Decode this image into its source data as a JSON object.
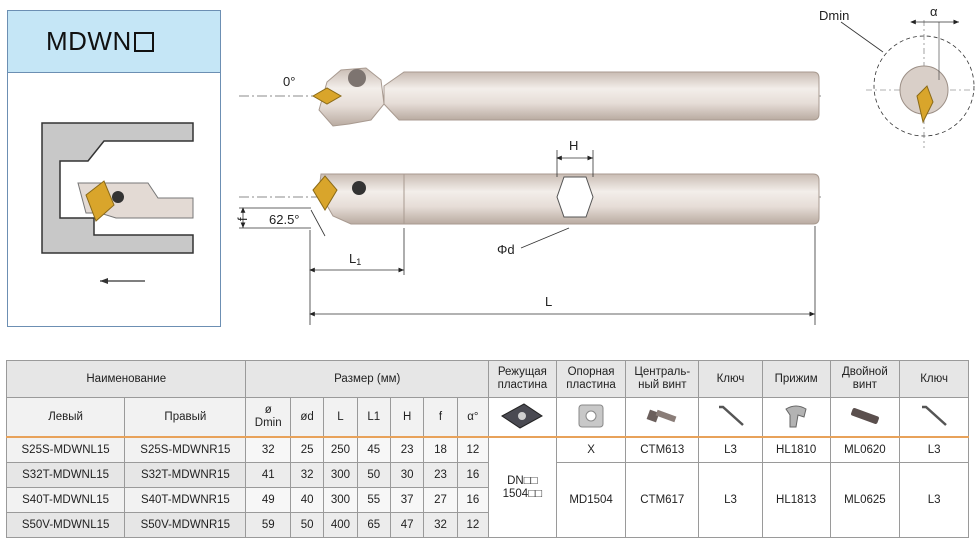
{
  "model": {
    "code": "MDWN",
    "box": "□"
  },
  "drawing": {
    "angle_zero": "0°",
    "angle_approach": "62.5°",
    "label_f": "f",
    "label_L1": "L",
    "label_L1_sub": "1",
    "label_L": "L",
    "label_H": "H",
    "label_phi_d": "Φd",
    "label_dmin": "Dmin",
    "label_alpha": "α"
  },
  "table": {
    "group_headers": {
      "name": "Наименование",
      "size": "Размер (мм)",
      "insert": [
        "Режущая",
        "пластина"
      ],
      "support": [
        "Опорная",
        "пластина"
      ],
      "center_screw": [
        "Централь-",
        "ный винт"
      ],
      "key1": "Ключ",
      "clamp": "Прижим",
      "double_screw": [
        "Двойной",
        "винт"
      ],
      "key2": "Ключ"
    },
    "sub_headers": {
      "left": "Левый",
      "right": "Правый",
      "dmin": [
        "ø",
        "Dmin"
      ],
      "d": "ød",
      "L": "L",
      "L1": "L1",
      "H": "H",
      "f": "f",
      "alpha": "α°"
    },
    "rows": [
      {
        "left": "S25S-MDWNL15",
        "right": "S25S-MDWNR15",
        "dmin": "32",
        "d": "25",
        "L": "250",
        "L1": "45",
        "H": "23",
        "f": "18",
        "alpha": "12"
      },
      {
        "left": "S32T-MDWNL15",
        "right": "S32T-MDWNR15",
        "dmin": "41",
        "d": "32",
        "L": "300",
        "L1": "50",
        "H": "30",
        "f": "23",
        "alpha": "16"
      },
      {
        "left": "S40T-MDWNL15",
        "right": "S40T-MDWNR15",
        "dmin": "49",
        "d": "40",
        "L": "300",
        "L1": "55",
        "H": "37",
        "f": "27",
        "alpha": "16"
      },
      {
        "left": "S50V-MDWNL15",
        "right": "S50V-MDWNR15",
        "dmin": "59",
        "d": "50",
        "L": "400",
        "L1": "65",
        "H": "47",
        "f": "32",
        "alpha": "12"
      }
    ],
    "parts": {
      "insert": [
        "DN□□",
        "1504□□"
      ],
      "support_row1": "X",
      "support_rows234": "MD1504",
      "center_row1": "CTM613",
      "center_rows234": "CTM617",
      "key1_row1": "L3",
      "key1_rows234": "L3",
      "clamp_row1": "HL1810",
      "clamp_rows234": "HL1813",
      "double_row1": "ML0620",
      "double_rows234": "ML0625",
      "key2_row1": "L3",
      "key2_rows234": "L3"
    }
  },
  "colors": {
    "header_blue": "#c5e6f6",
    "panel_border": "#6c8fb3",
    "insert_gold": "#d9a52b",
    "bar_light": "#e8e0da",
    "accent_orange": "#e8a25a"
  }
}
